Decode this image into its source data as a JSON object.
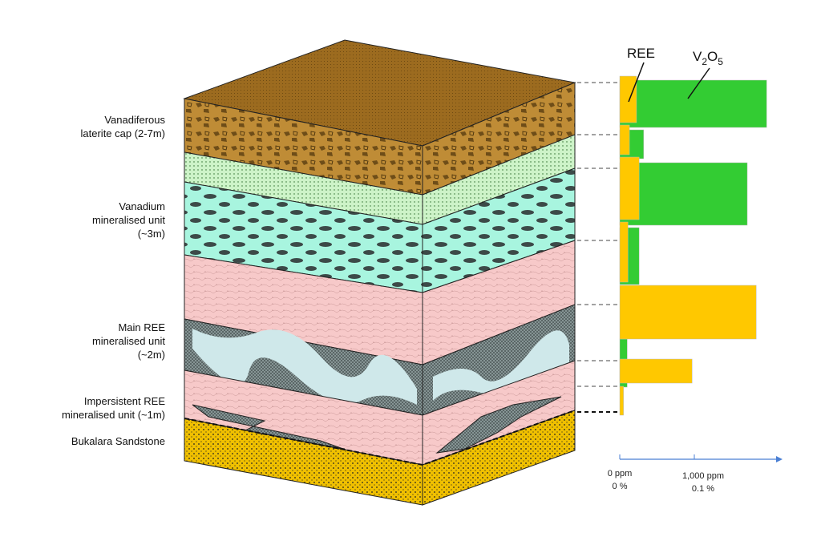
{
  "labels": [
    {
      "text": "Vanadiferous\nlaterite cap (2-7m)"
    },
    {
      "text": "Vanadium\nmineralised unit\n(~3m)"
    },
    {
      "text": "Main REE\nmineralised unit\n(~2m)"
    },
    {
      "text": "Impersistent REE\nmineralised unit (~1m)"
    },
    {
      "text": "Bukalara Sandstone"
    }
  ],
  "colors": {
    "ree": "#ffc800",
    "v2o5": "#33cc33",
    "axis": "#4a7fd4"
  },
  "chart_data": {
    "type": "bar",
    "orientation": "horizontal",
    "series_labels": {
      "ree": "REE",
      "v2o5_main": "V",
      "v2o5_sub2": "2",
      "v2o5_o": "O",
      "v2o5_sub5": "5"
    },
    "axis": {
      "tick0_ppm": "0 ppm",
      "tick0_pct": "0 %",
      "tick1_ppm": "1,000 ppm",
      "tick1_pct": "0.1 %",
      "xlim": [
        0,
        2200
      ]
    },
    "ree": [
      225,
      130,
      260,
      110,
      1830,
      970,
      50
    ],
    "v2o5": [
      1970,
      320,
      1710,
      260,
      100
    ]
  }
}
